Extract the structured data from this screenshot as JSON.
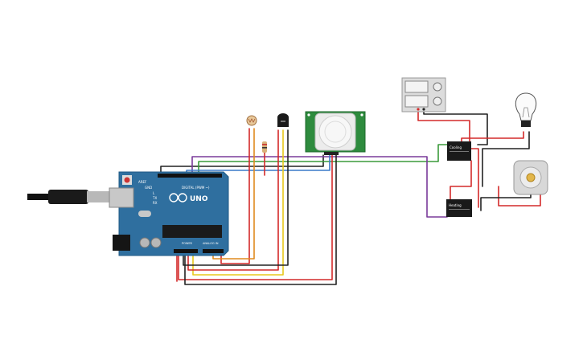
{
  "board": {
    "brand": "UNO",
    "digital_label": "DIGITAL (PWM ~)",
    "power_label": "POWER",
    "analog_label": "ANALOG IN",
    "tx_label": "TX",
    "rx_label": "RX",
    "aref_label": "AREF",
    "gnd_label": "GND",
    "l_label": "L"
  },
  "relays": [
    {
      "label": "Cooling"
    },
    {
      "label": "Heating"
    }
  ],
  "colors": {
    "board": "#2f6f9f",
    "wire_red": "#d42a2a",
    "wire_black": "#222222",
    "wire_orange": "#e08a1e",
    "wire_yellow": "#e8c81a",
    "wire_green": "#3a9a3a",
    "wire_purple": "#7a3a9a",
    "wire_blue": "#3a7ac8",
    "pir_board": "#2e8b3e"
  },
  "components": {
    "arduino": "arduino-uno",
    "ldr": "photoresistor",
    "temp_sensor": "temperature-sensor",
    "pir": "pir-motion-sensor",
    "power_supply": "dc-power-supply",
    "bulb": "light-bulb",
    "motor": "dc-motor",
    "resistor": "resistor",
    "usb": "usb-cable"
  }
}
